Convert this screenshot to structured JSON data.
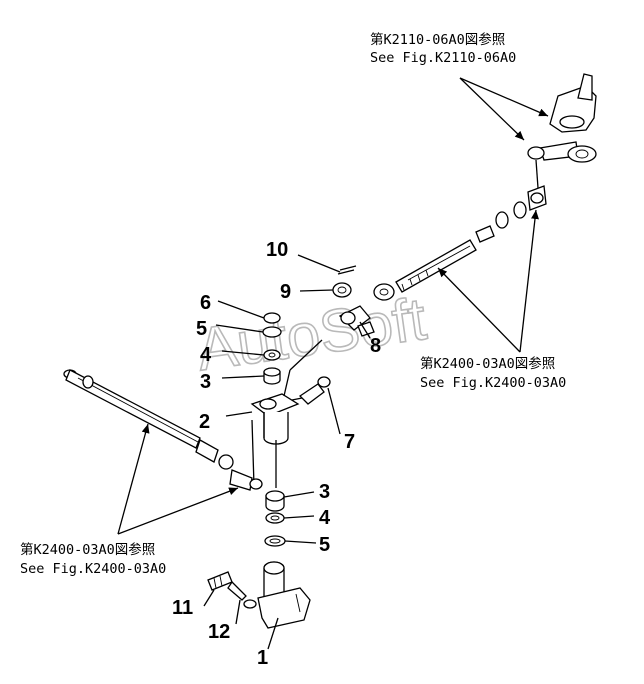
{
  "watermark": "AutoSoft",
  "callouts": [
    "1",
    "2",
    "3",
    "4",
    "5",
    "6",
    "7",
    "8",
    "9",
    "10",
    "11",
    "12"
  ],
  "references": {
    "top_jp": "第K2110-06A0図参照",
    "top_en": "See Fig.K2110-06A0",
    "right_jp": "第K2400-03A0図参照",
    "right_en": "See Fig.K2400-03A0",
    "left_jp": "第K2400-03A0図参照",
    "left_en": "See Fig.K2400-03A0"
  }
}
